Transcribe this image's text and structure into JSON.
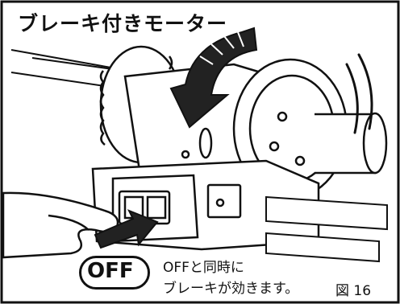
{
  "title": "ブレーキ付きモーター",
  "button_label": "OFF",
  "note_line1": "OFFと同時に",
  "note_line2": "ブレーキが効きます。",
  "figure_label": "図 16"
}
